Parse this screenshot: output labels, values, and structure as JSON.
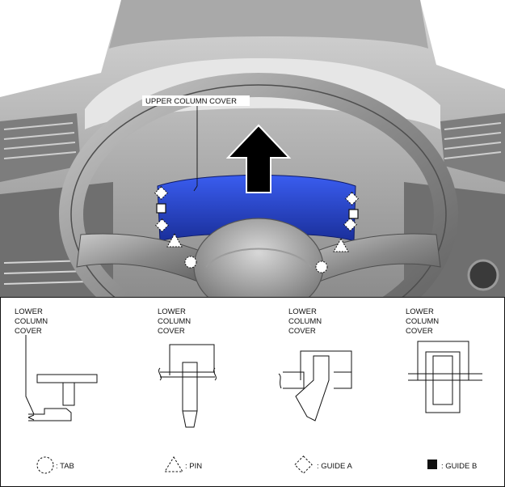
{
  "main_view": {
    "callout": "UPPER COLUMN COVER"
  },
  "details": [
    {
      "line1": "LOWER",
      "line2": "COLUMN",
      "line3": "COVER"
    },
    {
      "line1": "LOWER",
      "line2": "COLUMN",
      "line3": "COVER"
    },
    {
      "line1": "LOWER",
      "line2": "COLUMN",
      "line3": "COVER"
    },
    {
      "line1": "LOWER",
      "line2": "COLUMN",
      "line3": "COVER"
    }
  ],
  "legend": {
    "tab": ": TAB",
    "pin": ": PIN",
    "guide_a": ": GUIDE A",
    "guide_b": ": GUIDE B"
  },
  "colors": {
    "cover_highlight": "#1f3fd0",
    "arrow": "#000000"
  }
}
